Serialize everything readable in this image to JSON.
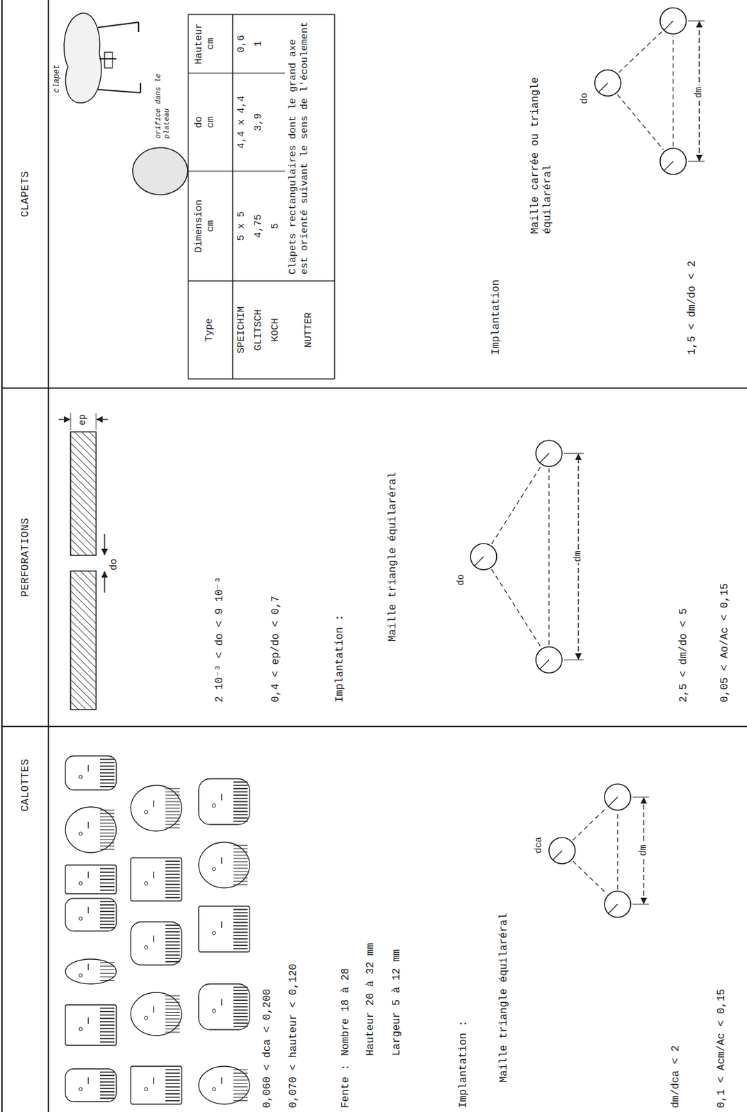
{
  "diagram": {
    "nodes": [
      {
        "text": [
          "CALOTTES"
        ]
      },
      {
        "text": [
          "PERFORATIONS"
        ]
      },
      {
        "text": [
          "CLAPETS"
        ]
      }
    ],
    "labels": [
      "0,060 < dca < 0,200",
      "0,070 < hauteur < 0,120",
      "Fente :",
      "Nombre 18 à 28",
      "Hauteur 20 à 32 mm",
      "Largeur 5 à 12 mm",
      "Implantation :",
      "Maille triangle équilaréral",
      "dca",
      "dm",
      "dm/dca < 2",
      "0,1 < Acm/Ac < 0,15",
      "do",
      "ep",
      "2 10⁻³ < do < 9 10⁻³",
      "0,4 < ep/do < 0,7",
      "Implantation :",
      "Maille triangle équilaréral",
      "do",
      "dm",
      "2,5 < dm/do < 5",
      "0,05 < Ao/Ac < 0,15",
      "clapet",
      "orifice dans le plateau",
      "Type",
      "Dimension cm",
      "do cm",
      "Hauteur cm",
      "SPEICHIM",
      "5 x 5",
      "4,4 x 4,4",
      "0,6",
      "GLITSCH",
      "4,75",
      "3,9",
      "1",
      "KOCH",
      "5",
      "NUTTER",
      "Clapets rectangulaires dont le grand axe est orienté suivant le sens de l'écoulement",
      "Implantation",
      "Maille carrée ou triangle équilaréral",
      "do",
      "dm",
      "1,5 < dm/do < 2"
    ]
  }
}
